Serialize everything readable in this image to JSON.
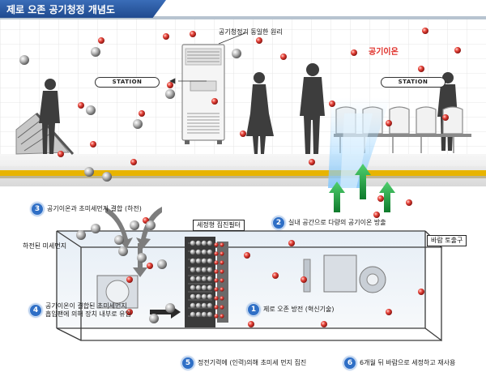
{
  "title": "제로 오존 공기청정 개념도",
  "labels": {
    "principle": "공기청정기 동일한 원리",
    "ion": "공기이온",
    "station_left": "STATION",
    "station_right": "STATION",
    "filter": "세정형 집진필터",
    "wind_outlet": "바람 토출구",
    "dust": "하전된 미세먼지"
  },
  "steps": [
    {
      "num": "1",
      "text": "제로 오존 방전 (혁신기술)"
    },
    {
      "num": "2",
      "text": "실내 공간으로 다량의 공기이온 방출"
    },
    {
      "num": "3",
      "text": "공기이온과 초미세먼지 결합 (하전)"
    },
    {
      "num": "4",
      "text_line1": "공기이온이 결합된 초미세먼지",
      "text_line2": "흡입팬에 의해 장치 내부로 유입"
    },
    {
      "num": "5",
      "text": "정전기력에 (인력)의해 초미세 먼지 집진"
    },
    {
      "num": "6",
      "text": "6개월 뒤 바람으로 세정하고 재사용"
    }
  ],
  "colors": {
    "title_bg": "#2a5aa5",
    "step_badge": "#2f6fc6",
    "ion_red": "#e0302a",
    "particle_gray": "#9a9a9a",
    "safety_line": "#e8b400",
    "arrow_green": "#1d9b3c"
  }
}
